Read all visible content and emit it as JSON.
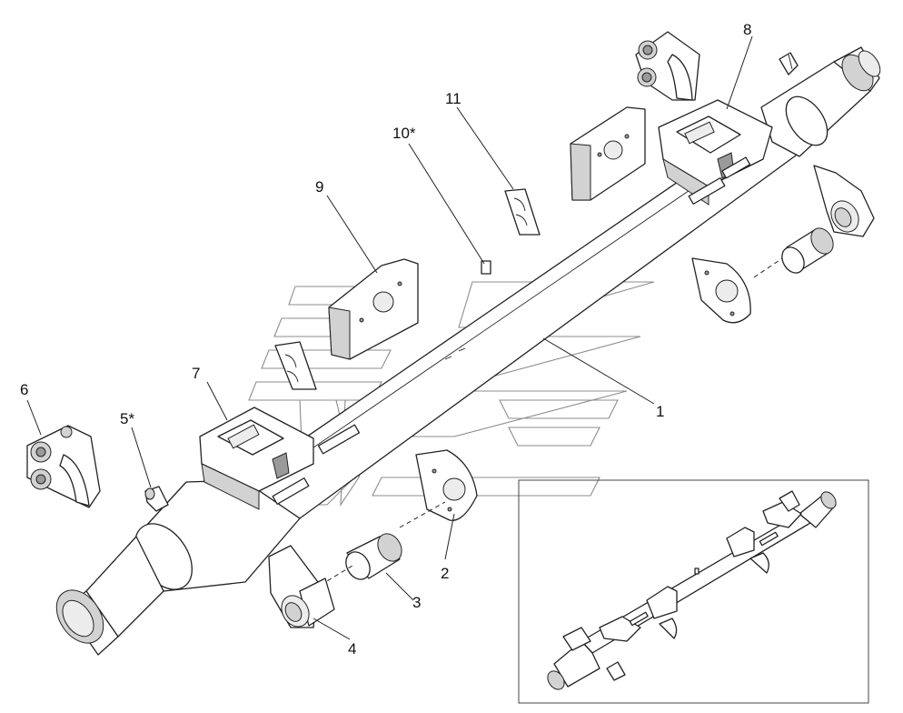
{
  "diagram": {
    "callouts": [
      {
        "id": "c1",
        "label": "1"
      },
      {
        "id": "c2",
        "label": "2"
      },
      {
        "id": "c3",
        "label": "3"
      },
      {
        "id": "c4",
        "label": "4"
      },
      {
        "id": "c5",
        "label": "5*"
      },
      {
        "id": "c6",
        "label": "6"
      },
      {
        "id": "c7",
        "label": "7"
      },
      {
        "id": "c8",
        "label": "8"
      },
      {
        "id": "c9",
        "label": "9"
      },
      {
        "id": "c10",
        "label": "10*"
      },
      {
        "id": "c11",
        "label": "11"
      }
    ]
  },
  "colors": {
    "line": "#222222",
    "shade_dark": "#9a9a9a",
    "shade_mid": "#d2d2d2",
    "watermark": "#8c8c8c"
  }
}
